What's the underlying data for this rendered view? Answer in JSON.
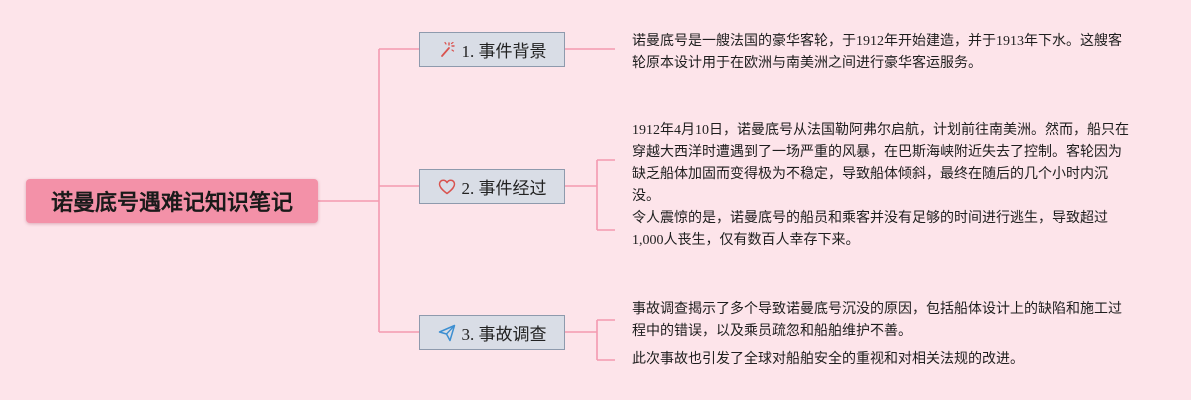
{
  "root": {
    "title": "诺曼底号遇难记知识笔记"
  },
  "branches": [
    {
      "icon": "magic-wand-icon",
      "label": "1. 事件背景",
      "leaves": [
        "诺曼底号是一艘法国的豪华客轮，于1912年开始建造，并于1913年下水。这艘客轮原本设计用于在欧洲与南美洲之间进行豪华客运服务。"
      ]
    },
    {
      "icon": "heart-icon",
      "label": "2. 事件经过",
      "leaves": [
        "1912年4月10日，诺曼底号从法国勒阿弗尔启航，计划前往南美洲。然而，船只在穿越大西洋时遭遇到了一场严重的风暴，在巴斯海峡附近失去了控制。客轮因为缺乏船体加固而变得极为不稳定，导致船体倾斜，最终在随后的几个小时内沉没。",
        "令人震惊的是，诺曼底号的船员和乘客并没有足够的时间进行逃生，导致超过1,000人丧生，仅有数百人幸存下来。"
      ]
    },
    {
      "icon": "paper-plane-icon",
      "label": "3. 事故调查",
      "leaves": [
        "事故调查揭示了多个导致诺曼底号沉没的原因，包括船体设计上的缺陷和施工过程中的错误，以及乘员疏忽和船舶维护不善。",
        "此次事故也引发了全球对船舶安全的重视和对相关法规的改进。"
      ]
    }
  ],
  "colors": {
    "background": "#fde4ea",
    "root_fill": "#f391a8",
    "branch_fill": "#d9dde6",
    "branch_border": "#8e9aad",
    "connector": "#f39ab0",
    "icon_red": "#d9534f",
    "icon_blue": "#3d8fd1"
  }
}
